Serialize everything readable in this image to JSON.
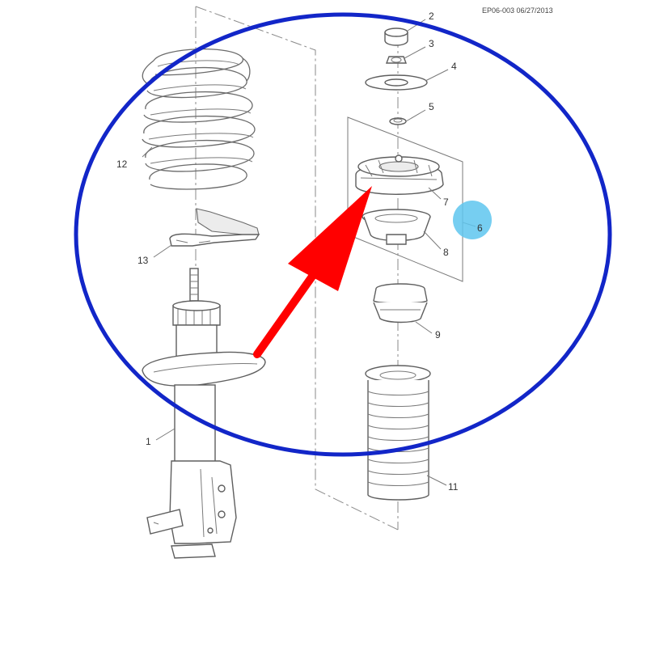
{
  "header": {
    "code": "EP06-003 06/27/2013"
  },
  "colors": {
    "highlight_ellipse": "#1226c8",
    "arrow": "#ff0000",
    "marker_dot": "#5ec6ef",
    "line_art": "#6a6a6a"
  },
  "callouts": {
    "c1": "1",
    "c2": "2",
    "c3": "3",
    "c4": "4",
    "c5": "5",
    "c6": "6",
    "c7": "7",
    "c8": "8",
    "c9": "9",
    "c11": "11",
    "c12": "12",
    "c13": "13"
  }
}
